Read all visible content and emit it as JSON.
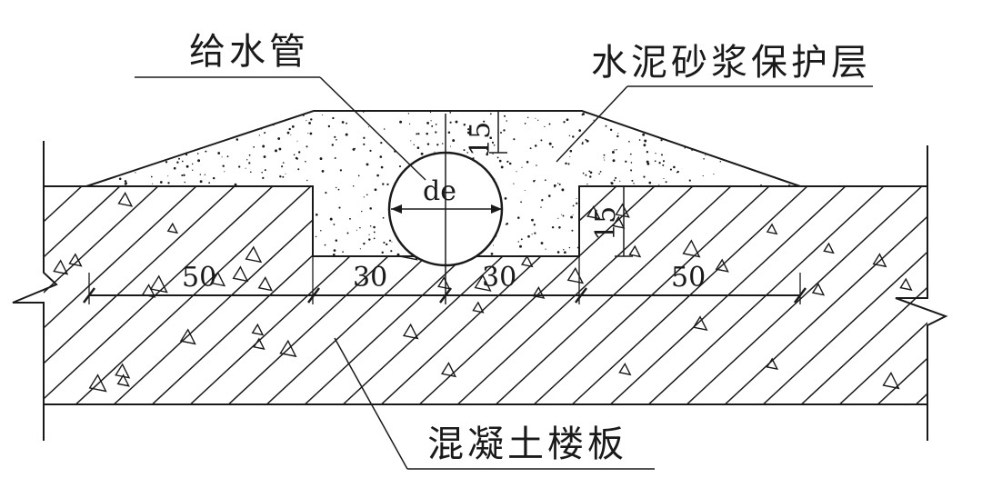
{
  "labels": {
    "water_pipe": "给水管",
    "mortar_layer": "水泥砂浆保护层",
    "concrete_slab": "混凝土楼板",
    "pipe_diameter": "de"
  },
  "dimensions": {
    "cover_top": "15",
    "groove_depth": "15",
    "left_outer": "50",
    "left_inner": "30",
    "right_inner": "30",
    "right_outer": "50"
  },
  "colors": {
    "line": "#1a1a1a",
    "background": "#ffffff"
  }
}
